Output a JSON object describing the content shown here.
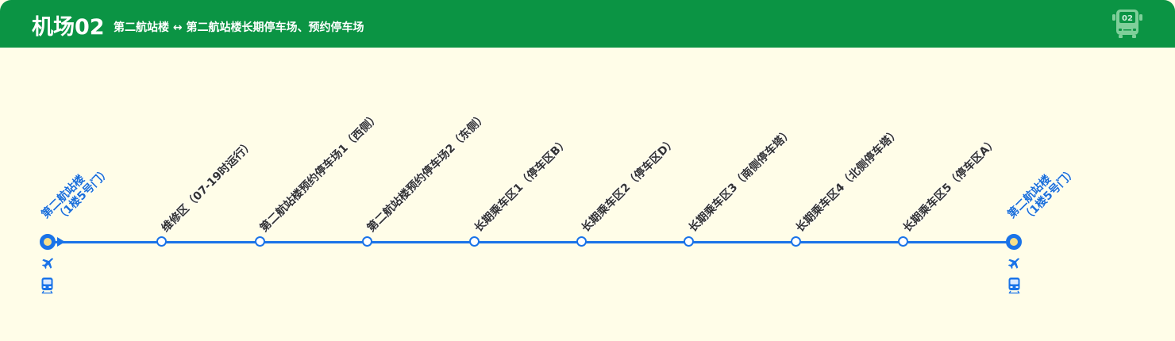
{
  "header": {
    "route_name": "机场02",
    "route_desc": "第二航站楼 ↔ 第二航站楼长期停车场、预约停车场",
    "bus_badge": "02"
  },
  "colors": {
    "header": "#0b9444",
    "line": "#1a73e8",
    "background": "#fffde8"
  },
  "stops": [
    {
      "line1": "第二航站楼",
      "line2": "（1楼5号门）",
      "terminal": true
    },
    {
      "name": "维修区（07-19时运行）"
    },
    {
      "name": "第二航站楼预约停车场1（西侧）"
    },
    {
      "name": "第二航站楼预约停车场2（东侧）"
    },
    {
      "name": "长期乘车区1（停车区B）"
    },
    {
      "name": "长期乘车区2（停车区D）"
    },
    {
      "name": "长期乘车区3（南侧停车塔）"
    },
    {
      "name": "长期乘车区4（北侧停车塔）"
    },
    {
      "name": "长期乘车区5（停车区A）"
    },
    {
      "line1": "第二航站楼",
      "line2": "（1楼5号门）",
      "terminal": true
    }
  ],
  "transfer_icons": [
    "airplane-icon",
    "train-icon"
  ]
}
